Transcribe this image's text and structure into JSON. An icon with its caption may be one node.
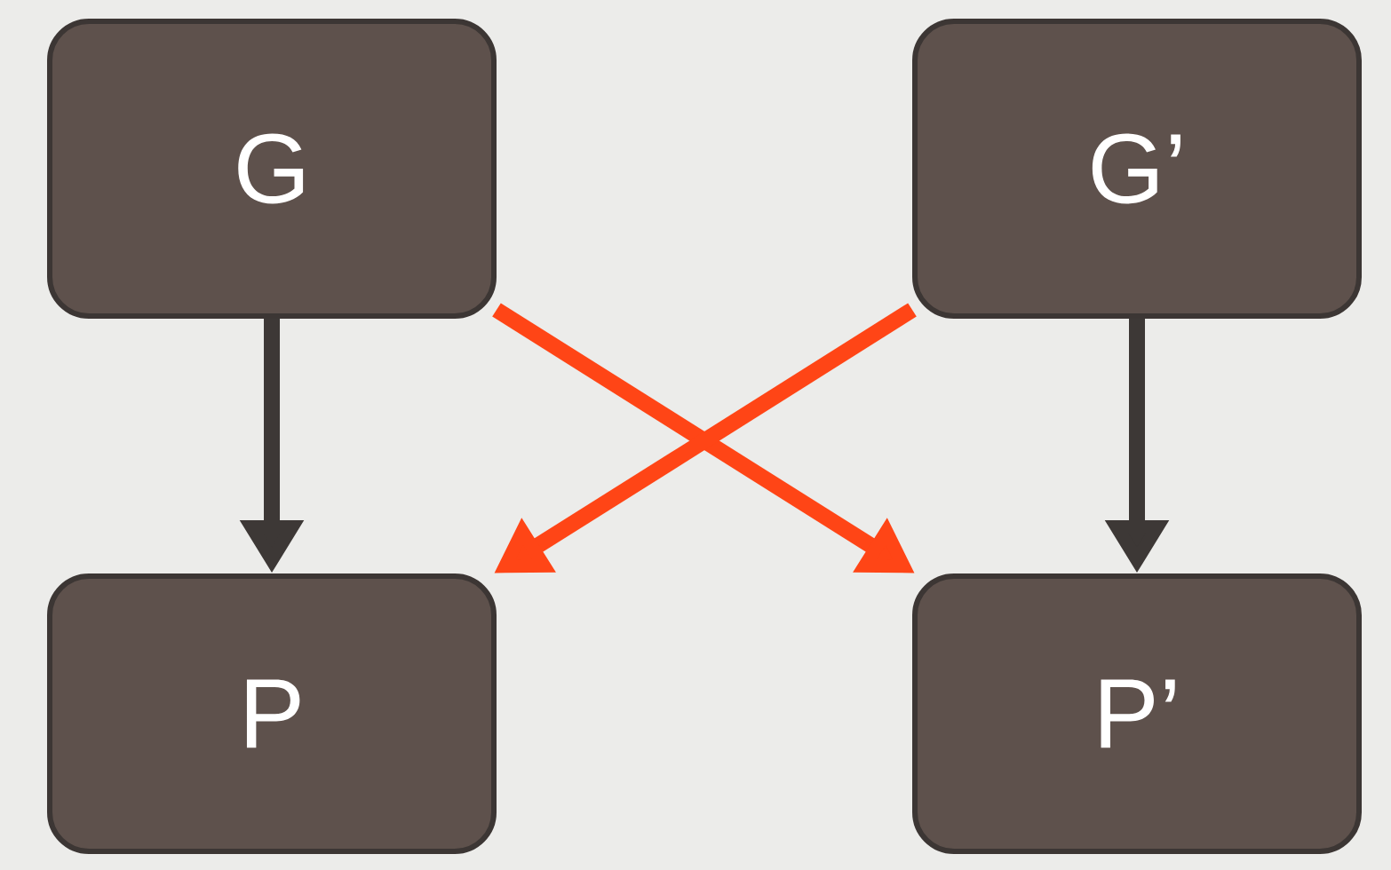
{
  "diagram": {
    "nodes": [
      {
        "text": [
          "G"
        ]
      },
      {
        "text": [
          "G’"
        ]
      },
      {
        "text": [
          "P"
        ]
      },
      {
        "text": [
          "P’"
        ]
      }
    ],
    "edges": [
      {
        "from": 0,
        "to": 2,
        "arrow": "to"
      },
      {
        "from": 1,
        "to": 3,
        "arrow": "to"
      },
      {
        "from": 0,
        "to": 3,
        "arrow": "to",
        "color": "#ff4516"
      },
      {
        "from": 1,
        "to": 2,
        "arrow": "to",
        "color": "#ff4516"
      }
    ]
  }
}
